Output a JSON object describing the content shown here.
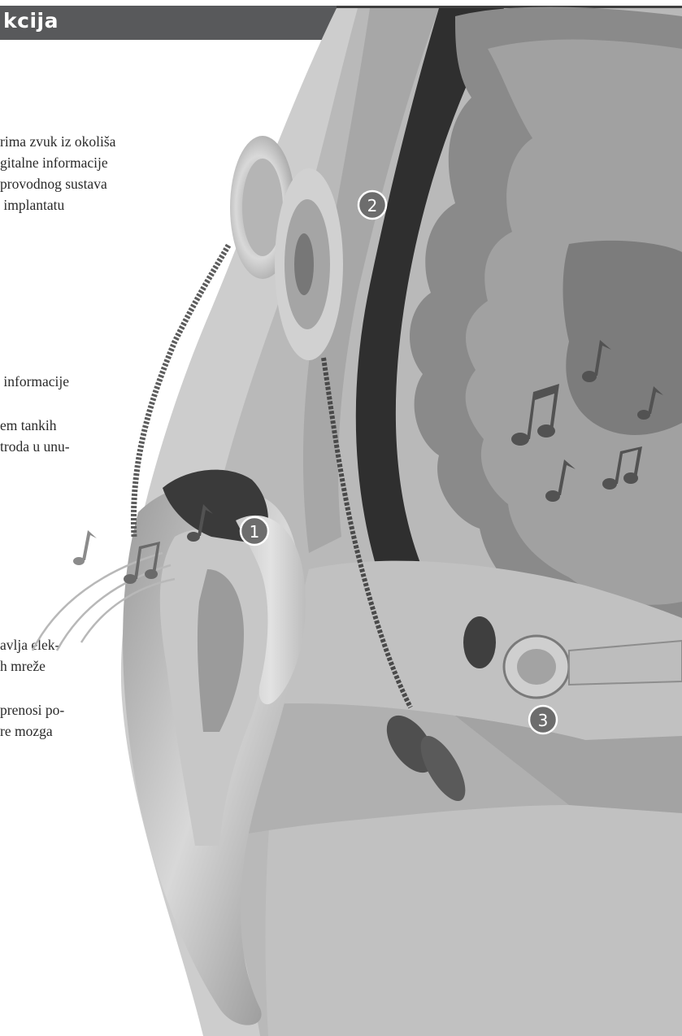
{
  "header": {
    "title": "kcija"
  },
  "text_blocks": [
    {
      "lines": [
        "rima zvuk iz okoliša",
        "gitalne informacije",
        "provodnog sustava",
        " implantatu"
      ]
    },
    {
      "lines": [
        " informacije"
      ]
    },
    {
      "lines": [
        "em tankih",
        "troda u unu-"
      ]
    },
    {
      "lines": [
        "avlja elek-",
        "h mreže"
      ]
    },
    {
      "lines": [
        "prenosi po-",
        "re mozga"
      ]
    }
  ],
  "steps": [
    {
      "label": "1"
    },
    {
      "label": "2"
    },
    {
      "label": "3"
    }
  ],
  "icons": {
    "note": "music-note-icon"
  },
  "colors": {
    "header_bg": "#58595b",
    "header_text": "#ffffff",
    "step_circle": "#6d6d6d"
  }
}
